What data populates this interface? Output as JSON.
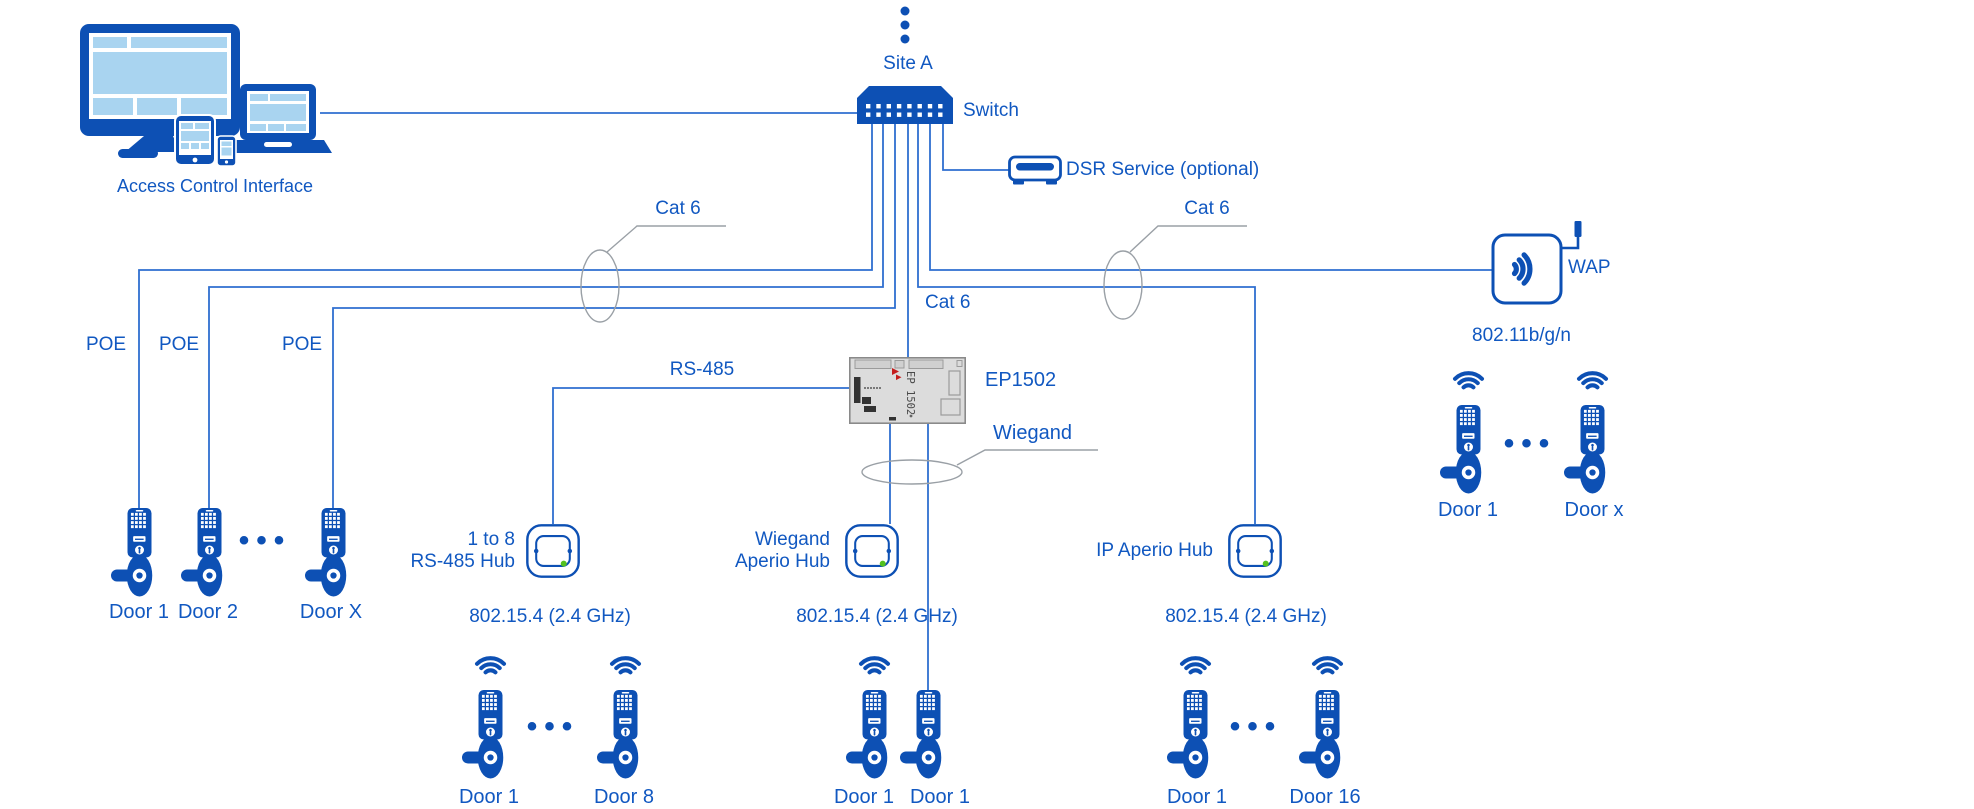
{
  "colors": {
    "primary": "#0d50b4",
    "line": "#2f6fd0",
    "text": "#1158c1",
    "light_blue": "#a9d4f0",
    "callout_gray": "#9aa0a6",
    "green": "#54c11e",
    "board_gray": "#dcdcdc",
    "board_border": "#8a8a8a",
    "board_dark": "#333333",
    "board_red": "#c41d1d"
  },
  "header": {
    "site": "Site A",
    "switch": "Switch",
    "access_interface": "Access Control Interface",
    "dsr": "DSR Service (optional)"
  },
  "cables": {
    "cat6_left": "Cat 6",
    "cat6_center": "Cat 6",
    "cat6_right": "Cat 6",
    "rs485": "RS-485",
    "wiegand": "Wiegand",
    "poe_1": "POE",
    "poe_2": "POE",
    "poe_3": "POE"
  },
  "wap": {
    "label": "WAP",
    "protocol": "802.11b/g/n"
  },
  "controller": {
    "label": "EP1502",
    "board_text": "EP 1502"
  },
  "hubs": {
    "rs485": {
      "line1": "1 to 8",
      "line2": "RS-485 Hub",
      "freq": "802.15.4 (2.4 GHz)"
    },
    "wiegand": {
      "line1": "Wiegand",
      "line2": "Aperio Hub",
      "freq": "802.15.4 (2.4 GHz)"
    },
    "ip": {
      "label": "IP Aperio Hub",
      "freq": "802.15.4 (2.4 GHz)"
    }
  },
  "doors": {
    "poe": [
      "Door 1",
      "Door 2",
      "Door X"
    ],
    "rs485": [
      "Door 1",
      "Door 8"
    ],
    "wiegand": [
      "Door 1",
      "Door 1"
    ],
    "ip": [
      "Door 1",
      "Door 16"
    ],
    "wap": [
      "Door 1",
      "Door x"
    ]
  },
  "ellipsis": "•••"
}
